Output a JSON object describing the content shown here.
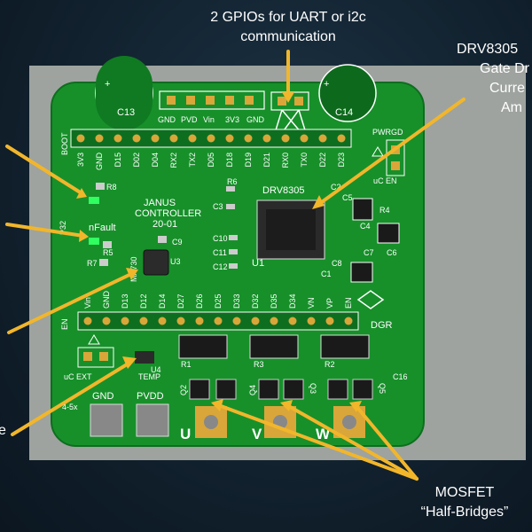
{
  "annotations": {
    "gpio_line1": "2 GPIOs for UART or i2c",
    "gpio_line2": "communication",
    "drv_line1": "DRV8305",
    "drv_line2": "Gate Dr",
    "drv_line3": "Curre",
    "drv_line4": "Am",
    "mosfet_line1": "MOSFET",
    "mosfet_line2": "“Half-Bridges”",
    "left_cut": "e"
  },
  "board": {
    "brand_line1": "JANUS",
    "brand_line2": "CONTROLLER",
    "brand_line3": "20-01",
    "chip_label": "DRV8305",
    "logo_text": "DGR",
    "top_header_labels": [
      "GND",
      "PVD",
      "Vin",
      "3V3",
      "GND"
    ],
    "top_pins": [
      "3V3",
      "GND",
      "D15",
      "D02",
      "D04",
      "RX2",
      "TX2",
      "D05",
      "D18",
      "D19",
      "D21",
      "RX0",
      "TX0",
      "D22",
      "D23"
    ],
    "bottom_pins": [
      "Vin",
      "GND",
      "D13",
      "D12",
      "D14",
      "D27",
      "D26",
      "D25",
      "D33",
      "D32",
      "D35",
      "D34",
      "VN",
      "VP",
      "EN"
    ],
    "cap_labels": [
      "C13",
      "C14",
      "C2",
      "C3",
      "C5",
      "C9",
      "C10",
      "C11",
      "C12",
      "C1",
      "C4",
      "C7",
      "C6",
      "C8",
      "C16"
    ],
    "resistor_labels": [
      "R8",
      "R6",
      "R4",
      "R5",
      "R7",
      "R1",
      "R3",
      "R2"
    ],
    "ic_labels": [
      "U1",
      "U3",
      "U4"
    ],
    "q_labels": [
      "Q2",
      "Q4",
      "Q3",
      "Q5"
    ],
    "boot_label": "BOOT",
    "pwrgd_label": "PWRGD",
    "uc_en_label": "uC EN",
    "uc_ext_label": "uC EXT",
    "temp_label": "TEMP",
    "nfault_label": "nFault",
    "p32_label": "P32",
    "ma730_label": "MA730",
    "en_label": "EN",
    "gnd_label": "GND",
    "pvdd_label": "PVDD",
    "supply_label": "4-5x",
    "phase_labels": [
      "U",
      "V",
      "W"
    ]
  },
  "colors": {
    "pcb": "#17902a",
    "annotation_line": "#f2b62b",
    "pad": "#d9a63a"
  }
}
